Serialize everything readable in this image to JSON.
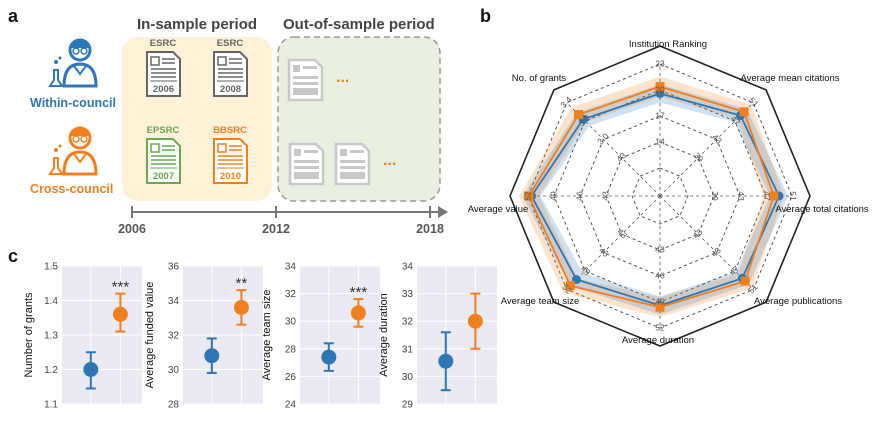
{
  "panel_labels": {
    "a": "a",
    "b": "b",
    "c": "c"
  },
  "colors": {
    "blue": "#2f77b4",
    "orange": "#f07f1e",
    "green": "#6aa84f",
    "gray_doc": "#666666",
    "faded_doc": "#c8c8c8"
  },
  "panel_a": {
    "in_sample_title": "In-sample period",
    "out_sample_title": "Out-of-sample period",
    "within_label": "Within-council",
    "cross_label": "Cross-council",
    "docs": [
      {
        "agency": "ESRC",
        "year": "2006"
      },
      {
        "agency": "ESRC",
        "year": "2008"
      },
      {
        "agency": "EPSRC",
        "year": "2007"
      },
      {
        "agency": "BBSRC",
        "year": "2010"
      }
    ],
    "ellipsis": "...",
    "timeline": [
      "2006",
      "2012",
      "2018"
    ]
  },
  "chart_data": [
    {
      "type": "radar",
      "panel": "b",
      "axes": [
        {
          "name": "Institution Ranking",
          "ticks": [
            "17",
            "20",
            "23"
          ],
          "within": 19.6,
          "cross": 20.4
        },
        {
          "name": "Average mean citations",
          "ticks": [
            "43",
            "47",
            "51"
          ],
          "within": 48.2,
          "cross": 49.0
        },
        {
          "name": "Average total citations",
          "ticks": [
            "43",
            "47",
            "51"
          ],
          "within": 49.0,
          "cross": 48.2
        },
        {
          "name": "Average publications",
          "ticks": [
            "43",
            "47",
            "51"
          ],
          "within": 48.6,
          "cross": 49.2
        },
        {
          "name": "Average duration",
          "ticks": [
            "46",
            "49",
            "52"
          ],
          "within": 49.4,
          "cross": 49.6
        },
        {
          "name": "Average team size",
          "ticks": [
            "46",
            "49",
            "52"
          ],
          "within": 50.4,
          "cross": 51.4
        },
        {
          "name": "Average value",
          "ticks": [
            "46",
            "49",
            "52"
          ],
          "within": 51.6,
          "cross": 51.9
        },
        {
          "name": "No. of grants",
          "ticks": [
            "3.0",
            "3.2",
            "3.4"
          ],
          "within": 3.22,
          "cross": 3.27
        }
      ],
      "inner_ticks": [
        "14",
        "39",
        "39",
        "43",
        "43",
        "43",
        "43",
        "43"
      ],
      "series": [
        {
          "name": "Within-council",
          "color": "#2f77b4"
        },
        {
          "name": "Cross-council",
          "color": "#f07f1e"
        }
      ]
    },
    {
      "type": "scatter",
      "panel": "c",
      "ylabel": "Number of grants",
      "ylim": [
        1.1,
        1.5
      ],
      "yticks": [
        "1.1",
        "1.2",
        "1.3",
        "1.4",
        "1.5"
      ],
      "points": [
        {
          "y": 1.2,
          "err": [
            1.145,
            1.25
          ]
        },
        {
          "y": 1.36,
          "err": [
            1.31,
            1.42
          ]
        }
      ],
      "sig": "***"
    },
    {
      "type": "scatter",
      "panel": "c",
      "ylabel": "Average funded value",
      "ylim": [
        28,
        36
      ],
      "yticks": [
        "28",
        "30",
        "32",
        "34",
        "36"
      ],
      "points": [
        {
          "y": 30.8,
          "err": [
            29.8,
            31.8
          ]
        },
        {
          "y": 33.6,
          "err": [
            32.6,
            34.6
          ]
        }
      ],
      "sig": "**"
    },
    {
      "type": "scatter",
      "panel": "c",
      "ylabel": "Average team size",
      "ylim": [
        24,
        34
      ],
      "yticks": [
        "24",
        "26",
        "28",
        "30",
        "32",
        "34"
      ],
      "points": [
        {
          "y": 27.4,
          "err": [
            26.4,
            28.4
          ]
        },
        {
          "y": 30.6,
          "err": [
            29.6,
            31.6
          ]
        }
      ],
      "sig": "***"
    },
    {
      "type": "scatter",
      "panel": "c",
      "ylabel": "Average duration",
      "ylim": [
        29,
        34
      ],
      "yticks": [
        "29",
        "30",
        "31",
        "32",
        "33",
        "34"
      ],
      "points": [
        {
          "y": 30.55,
          "err": [
            29.5,
            31.6
          ]
        },
        {
          "y": 32.0,
          "err": [
            31.0,
            33.0
          ]
        }
      ],
      "sig": ""
    }
  ]
}
